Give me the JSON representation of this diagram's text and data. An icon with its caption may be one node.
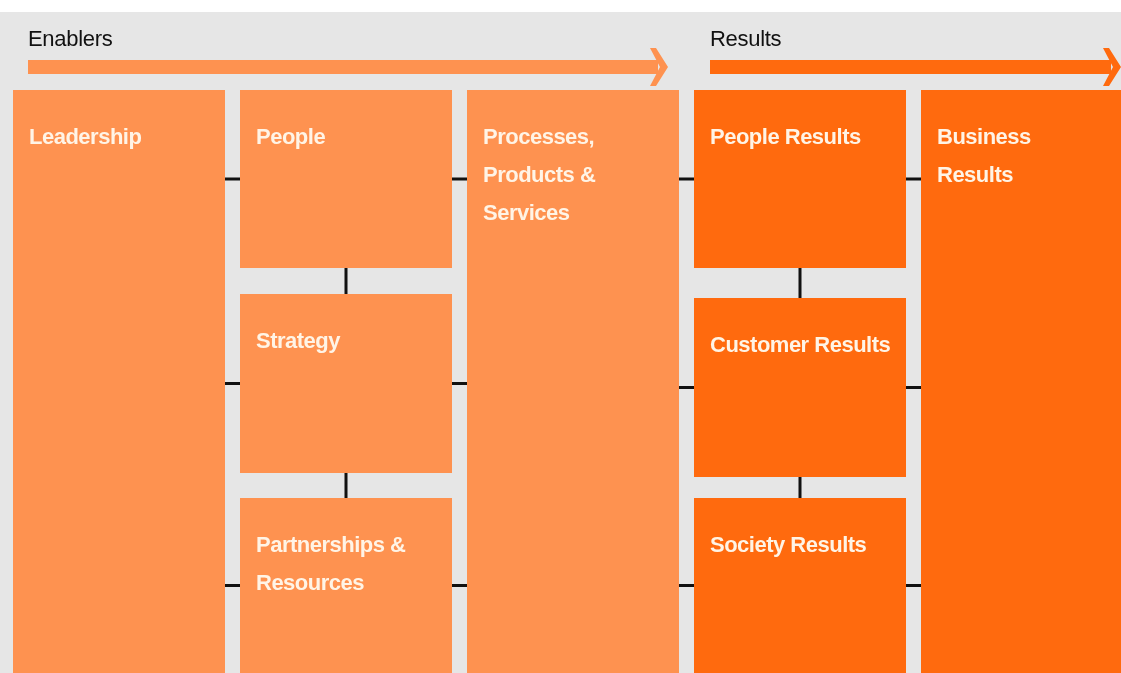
{
  "diagram": {
    "nodes": [
      {
        "text": [
          "Leadership"
        ]
      },
      {
        "text": [
          "People"
        ]
      },
      {
        "text": [
          "Strategy"
        ]
      },
      {
        "text": [
          "Partnerships & Resources"
        ]
      },
      {
        "text": [
          "Processes, Products & Services"
        ]
      },
      {
        "text": [
          "People Results"
        ]
      },
      {
        "text": [
          "Customer Results"
        ]
      },
      {
        "text": [
          "Society Results"
        ]
      },
      {
        "text": [
          "Business Results"
        ]
      }
    ],
    "edges": [
      {
        "from": 0,
        "to": 1,
        "arrow": "none"
      },
      {
        "from": 0,
        "to": 2,
        "arrow": "none"
      },
      {
        "from": 0,
        "to": 3,
        "arrow": "none"
      },
      {
        "from": 1,
        "to": 2,
        "arrow": "none"
      },
      {
        "from": 2,
        "to": 3,
        "arrow": "none"
      },
      {
        "from": 1,
        "to": 4,
        "arrow": "none"
      },
      {
        "from": 2,
        "to": 4,
        "arrow": "none"
      },
      {
        "from": 3,
        "to": 4,
        "arrow": "none"
      },
      {
        "from": 4,
        "to": 5,
        "arrow": "none"
      },
      {
        "from": 4,
        "to": 6,
        "arrow": "none"
      },
      {
        "from": 4,
        "to": 7,
        "arrow": "none"
      },
      {
        "from": 5,
        "to": 6,
        "arrow": "none"
      },
      {
        "from": 6,
        "to": 7,
        "arrow": "none"
      },
      {
        "from": 5,
        "to": 8,
        "arrow": "none"
      },
      {
        "from": 6,
        "to": 8,
        "arrow": "none"
      },
      {
        "from": 7,
        "to": 8,
        "arrow": "none"
      }
    ],
    "labels": [
      "Enablers",
      "Results"
    ]
  }
}
